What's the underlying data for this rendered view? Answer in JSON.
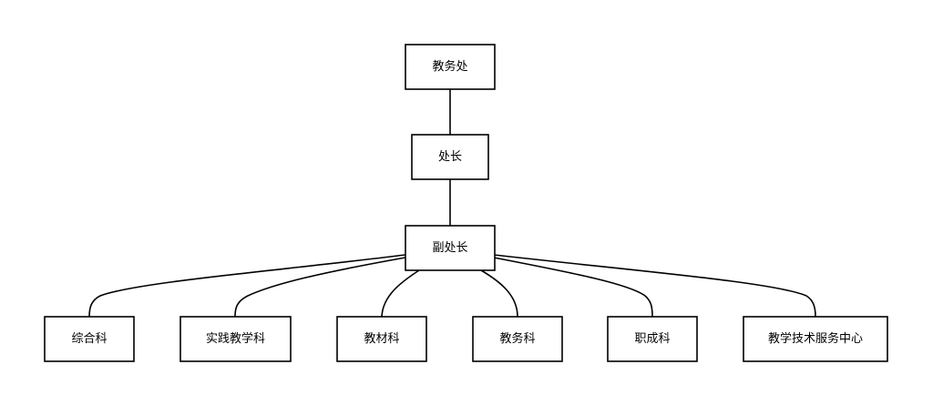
{
  "nodes": {
    "root": "教务处",
    "director": "处长",
    "deputy": "副处长",
    "sections": [
      "综合科",
      "实践教学科",
      "教材科",
      "教务科",
      "职成科",
      "教学技术服务中心"
    ]
  },
  "colors": {
    "stroke": "#000000",
    "fill": "#ffffff",
    "text": "#000000"
  }
}
